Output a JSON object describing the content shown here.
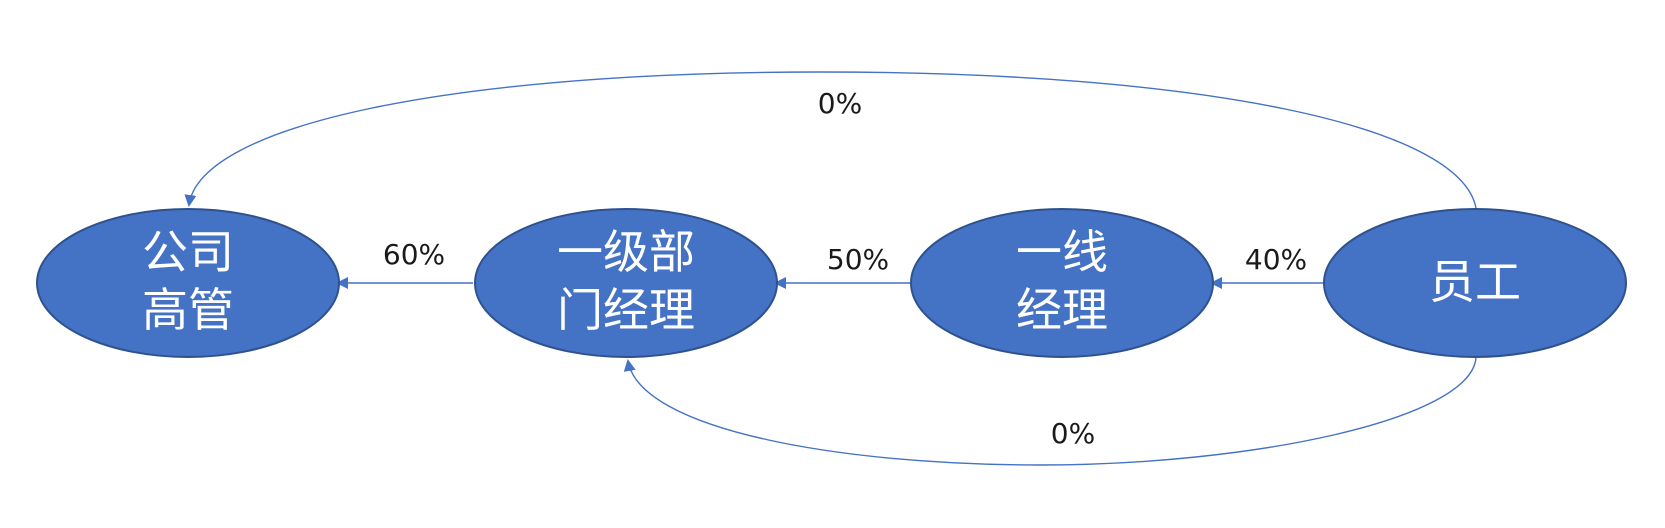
{
  "nodes": {
    "senior": {
      "line1": "公司",
      "line2": "高管"
    },
    "dept": {
      "line1": "一级部",
      "line2": "门经理"
    },
    "frontline": {
      "line1": "一线",
      "line2": "经理"
    },
    "staff": {
      "label": "员工"
    }
  },
  "edges": {
    "staff_to_frontline": "40%",
    "frontline_to_dept": "50%",
    "dept_to_senior": "60%",
    "staff_to_senior": "0%",
    "staff_to_dept": "0%"
  },
  "colors": {
    "node_fill": "#4472C4",
    "node_stroke": "#2F528F",
    "edge": "#4472C4",
    "label": "#1a1a1a"
  }
}
